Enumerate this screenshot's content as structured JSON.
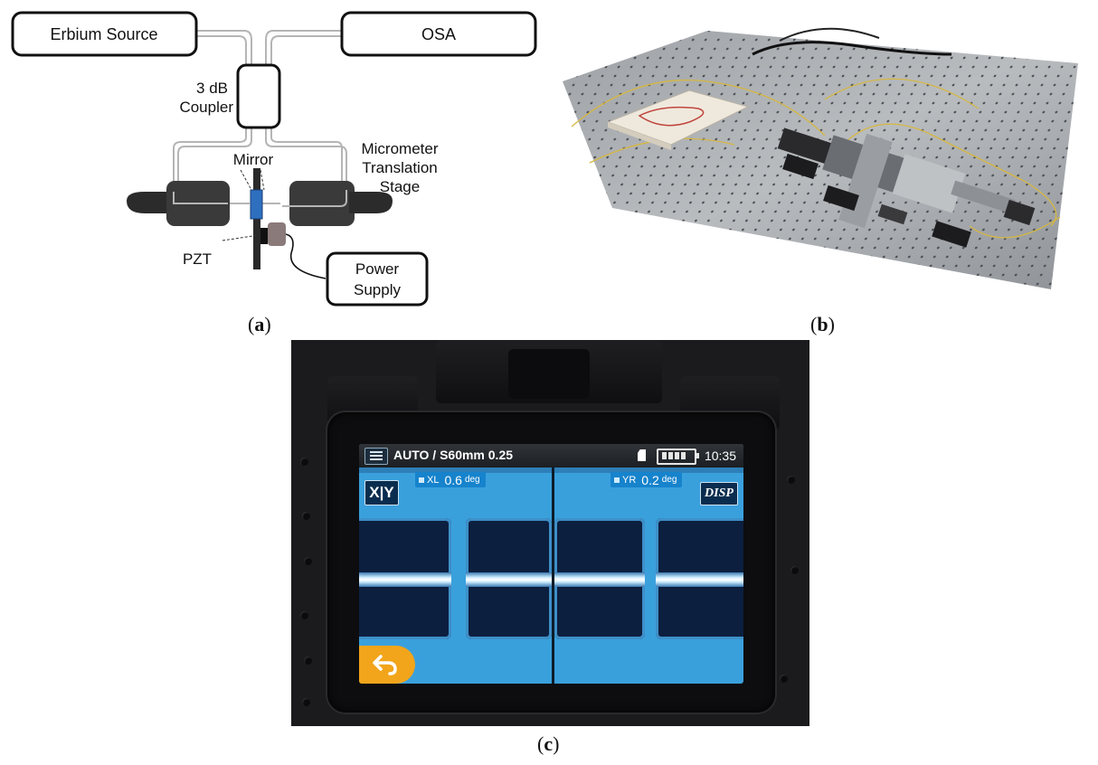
{
  "panel_a": {
    "caption": "a",
    "boxes": {
      "erbium_source": "Erbium Source",
      "osa": "OSA",
      "power_supply_line1": "Power",
      "power_supply_line2": "Supply"
    },
    "labels": {
      "coupler_line1": "3 dB",
      "coupler_line2": "Coupler",
      "mirror": "Mirror",
      "stage_line1": "Micrometer",
      "stage_line2": "Translation",
      "stage_line3": "Stage",
      "pzt": "PZT"
    }
  },
  "panel_b": {
    "caption": "b"
  },
  "panel_c": {
    "caption": "c",
    "screen": {
      "mode": "AUTO / S60mm 0.25",
      "clock": "10:35",
      "xy_button": "X|Y",
      "disp_button": "DISP",
      "xl_label": "XL",
      "xl_value": "0.6",
      "xl_unit": "deg",
      "yr_label": "YR",
      "yr_value": "0.2",
      "yr_unit": "deg",
      "back_icon": "return-arrow-icon"
    }
  },
  "colors": {
    "mirror_blue": "#2e6fbf",
    "screen_blue": "#3aa0dc",
    "back_button": "#f2a51a"
  }
}
